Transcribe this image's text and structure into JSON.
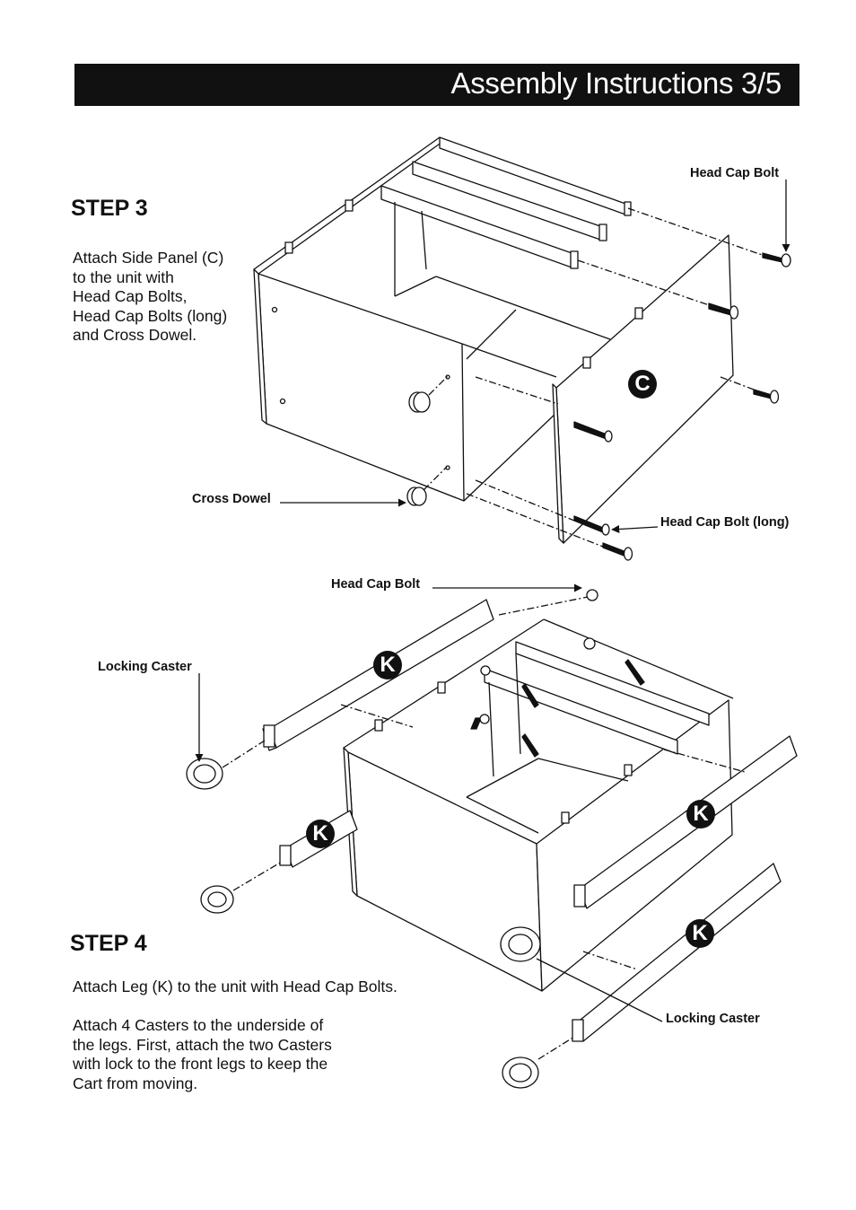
{
  "header": {
    "title": "Assembly Instructions 3/5"
  },
  "step3": {
    "title": "STEP 3",
    "text": "Attach Side Panel (C)\nto the unit with\nHead Cap Bolts,\nHead Cap Bolts (long)\nand Cross Dowel.",
    "callouts": {
      "head_cap_bolt": "Head Cap Bolt",
      "cross_dowel": "Cross Dowel",
      "head_cap_bolt_long": "Head Cap Bolt (long)"
    },
    "part_label": "C"
  },
  "step4": {
    "title": "STEP 4",
    "text": "Attach Leg (K) to the unit with Head Cap Bolts.\n\nAttach 4 Casters to the underside of\nthe legs. First, attach the two Casters\nwith lock to the front legs to keep the\nCart from moving.",
    "callouts": {
      "head_cap_bolt": "Head Cap Bolt",
      "locking_caster_left": "Locking Caster",
      "locking_caster_right": "Locking Caster"
    },
    "part_labels": [
      "K",
      "K",
      "K",
      "K"
    ]
  }
}
